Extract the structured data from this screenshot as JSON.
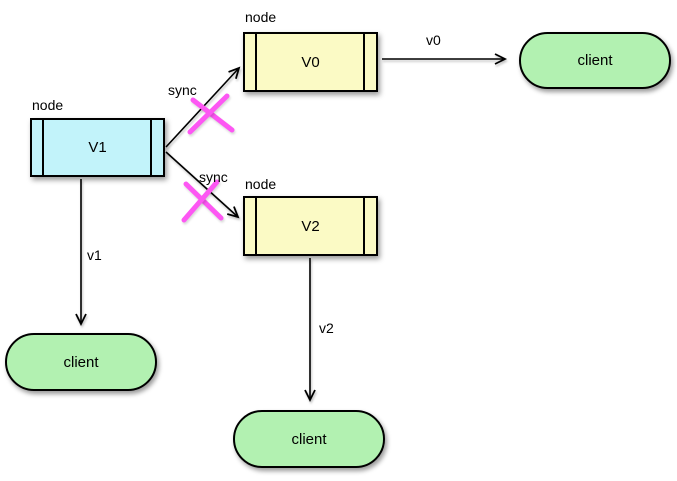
{
  "diagram": {
    "colors": {
      "node_yellow": "#fbfac5",
      "node_cyan": "#c2f3fa",
      "client_green": "#b2f1b1",
      "cross_magenta": "#fd57f3",
      "line_black": "#000000"
    },
    "nodes": [
      {
        "id": "v0",
        "type_label": "node",
        "title": "V0"
      },
      {
        "id": "v1",
        "type_label": "node",
        "title": "V1"
      },
      {
        "id": "v2",
        "type_label": "node",
        "title": "V2"
      }
    ],
    "clients": [
      {
        "id": "client-top-right",
        "label": "client"
      },
      {
        "id": "client-bottom-left",
        "label": "client"
      },
      {
        "id": "client-bottom-middle",
        "label": "client"
      }
    ],
    "edge_labels": {
      "sync_top": "sync",
      "sync_bottom": "sync",
      "v0": "v0",
      "v1": "v1",
      "v2": "v2"
    }
  }
}
